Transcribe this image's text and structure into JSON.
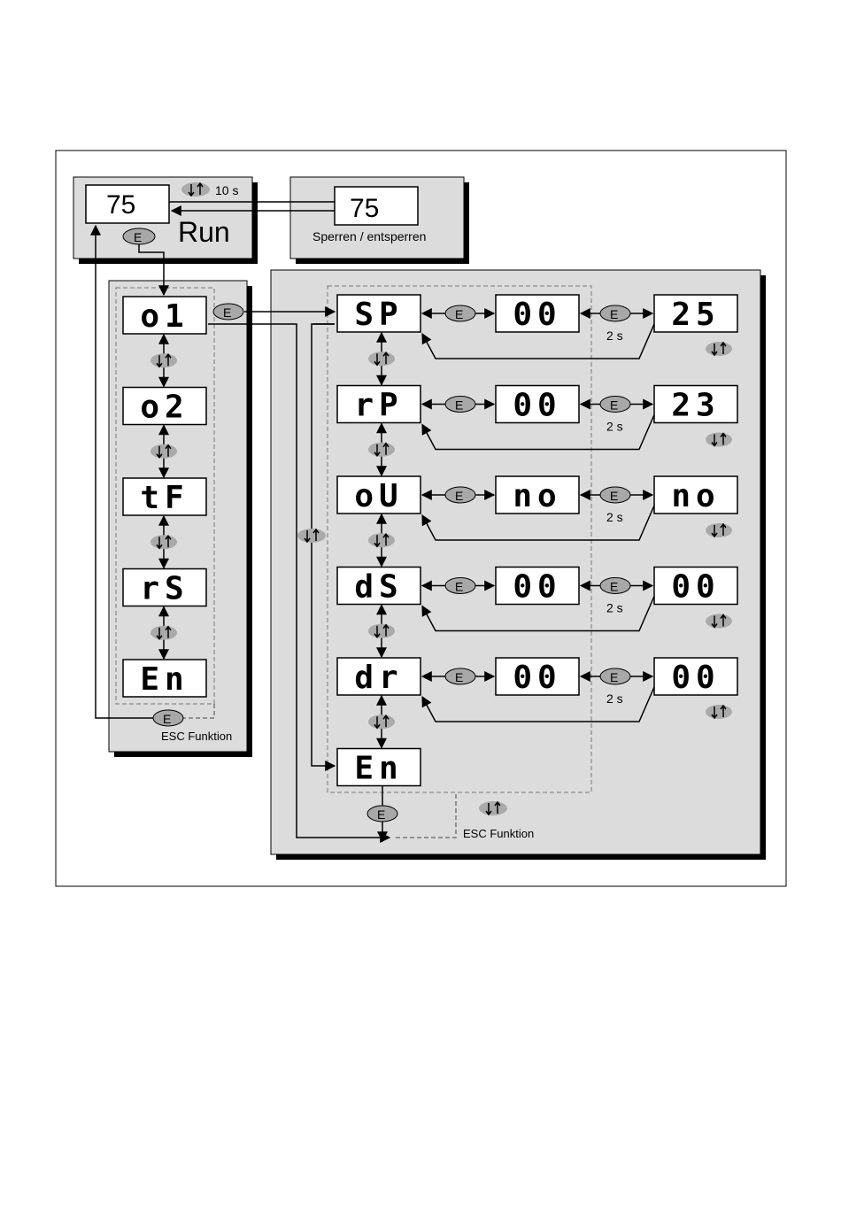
{
  "run_panel": {
    "display_value": "75",
    "mode_label": "Run",
    "timer_label": "10 s",
    "e_key": "E",
    "updown_icon": "up-down-arrows-icon"
  },
  "lock_panel": {
    "display_value": "75",
    "caption": "Sperren / entsperren"
  },
  "menu_column": {
    "items": [
      "o1",
      "o2",
      "tF",
      "rS",
      "En"
    ],
    "e_key": "E",
    "esc_label": "ESC Funktion"
  },
  "submenu": {
    "rows": [
      {
        "code": "SP",
        "mid": "00",
        "value": "25",
        "hold": "2 s"
      },
      {
        "code": "rP",
        "mid": "00",
        "value": "23",
        "hold": "2 s"
      },
      {
        "code": "oU",
        "mid": "no",
        "value": "no",
        "hold": "2 s"
      },
      {
        "code": "dS",
        "mid": "00",
        "value": "00",
        "hold": "2 s"
      },
      {
        "code": "dr",
        "mid": "00",
        "value": "00",
        "hold": "2 s"
      }
    ],
    "end_item": "En",
    "e_key": "E",
    "esc_label": "ESC Funktion"
  }
}
